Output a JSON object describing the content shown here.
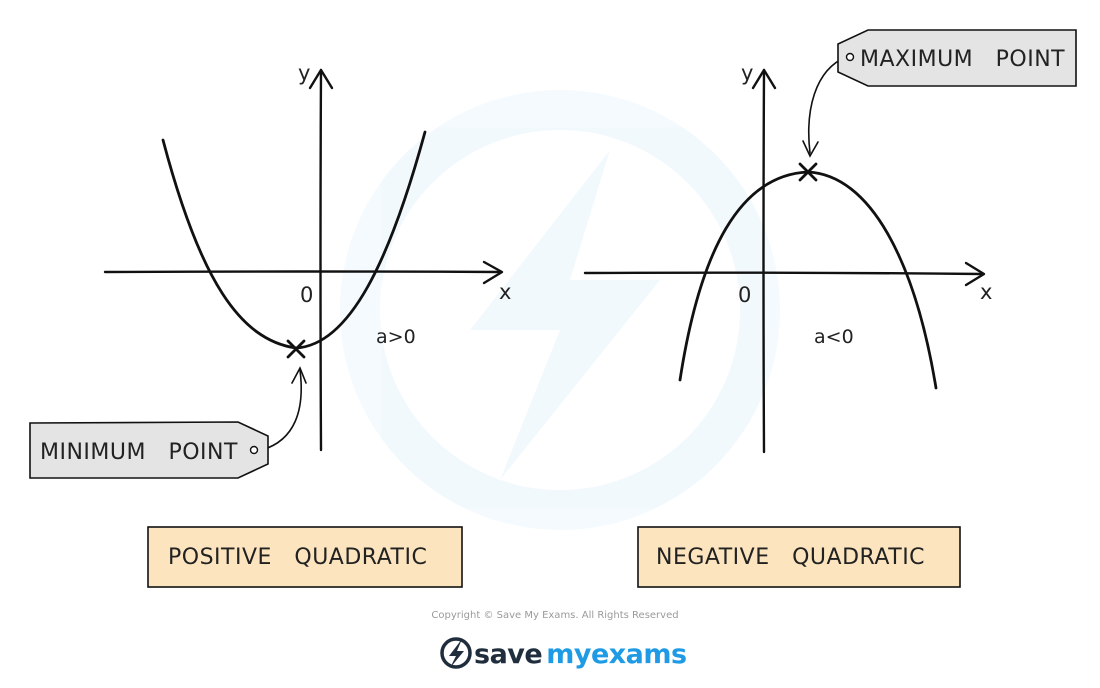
{
  "left_graph": {
    "y_label": "y",
    "x_label": "x",
    "origin_label": "0",
    "condition": "a>0",
    "point_label": "MINIMUM   POINT",
    "caption": "POSITIVE   QUADRATIC"
  },
  "right_graph": {
    "y_label": "y",
    "x_label": "x",
    "origin_label": "0",
    "condition": "a<0",
    "point_label": "MAXIMUM   POINT",
    "caption": "NEGATIVE   QUADRATIC"
  },
  "footer": {
    "copyright": "Copyright © Save My Exams. All Rights Reserved",
    "brand_save": "save",
    "brand_my": "my",
    "brand_exams": "exams"
  },
  "colors": {
    "caption_fill": "#fce4bf",
    "tag_fill": "#e4e4e4",
    "brand_dark": "#1f2d3d",
    "brand_blue": "#1e9be4"
  },
  "icons": {
    "logo": "lightning-bolt-icon",
    "point_marker": "cross-icon"
  }
}
